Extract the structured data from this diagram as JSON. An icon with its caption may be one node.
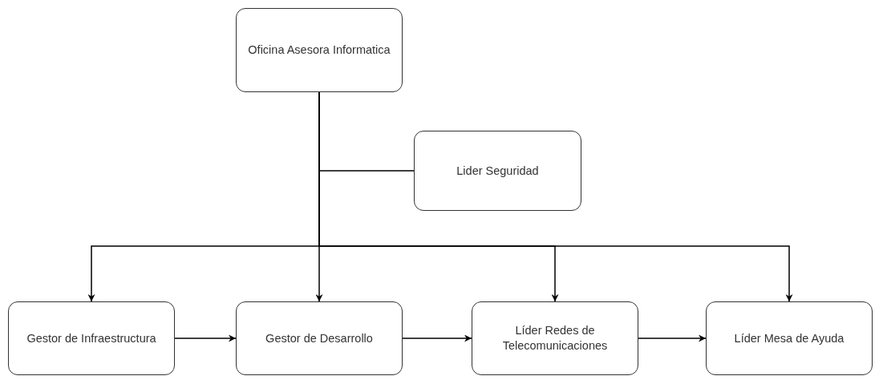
{
  "diagram": {
    "nodes": [
      {
        "text": [
          "Oficina Asesora Informatica"
        ]
      },
      {
        "text": [
          "Lider Seguridad"
        ]
      },
      {
        "text": [
          "Gestor de Infraestructura"
        ]
      },
      {
        "text": [
          "Gestor de Desarrollo"
        ]
      },
      {
        "text": [
          "Líder Redes de Telecomunicaciones"
        ]
      },
      {
        "text": [
          "Líder Mesa de Ayuda"
        ]
      }
    ],
    "edges": [
      {
        "from": 0,
        "to": 1,
        "arrow": "none"
      },
      {
        "from": 0,
        "to": 2,
        "arrow": "to"
      },
      {
        "from": 0,
        "to": 3,
        "arrow": "to"
      },
      {
        "from": 0,
        "to": 4,
        "arrow": "to"
      },
      {
        "from": 0,
        "to": 5,
        "arrow": "to"
      },
      {
        "from": 2,
        "to": 3,
        "arrow": "to"
      },
      {
        "from": 3,
        "to": 4,
        "arrow": "to"
      },
      {
        "from": 4,
        "to": 5,
        "arrow": "to"
      }
    ]
  }
}
